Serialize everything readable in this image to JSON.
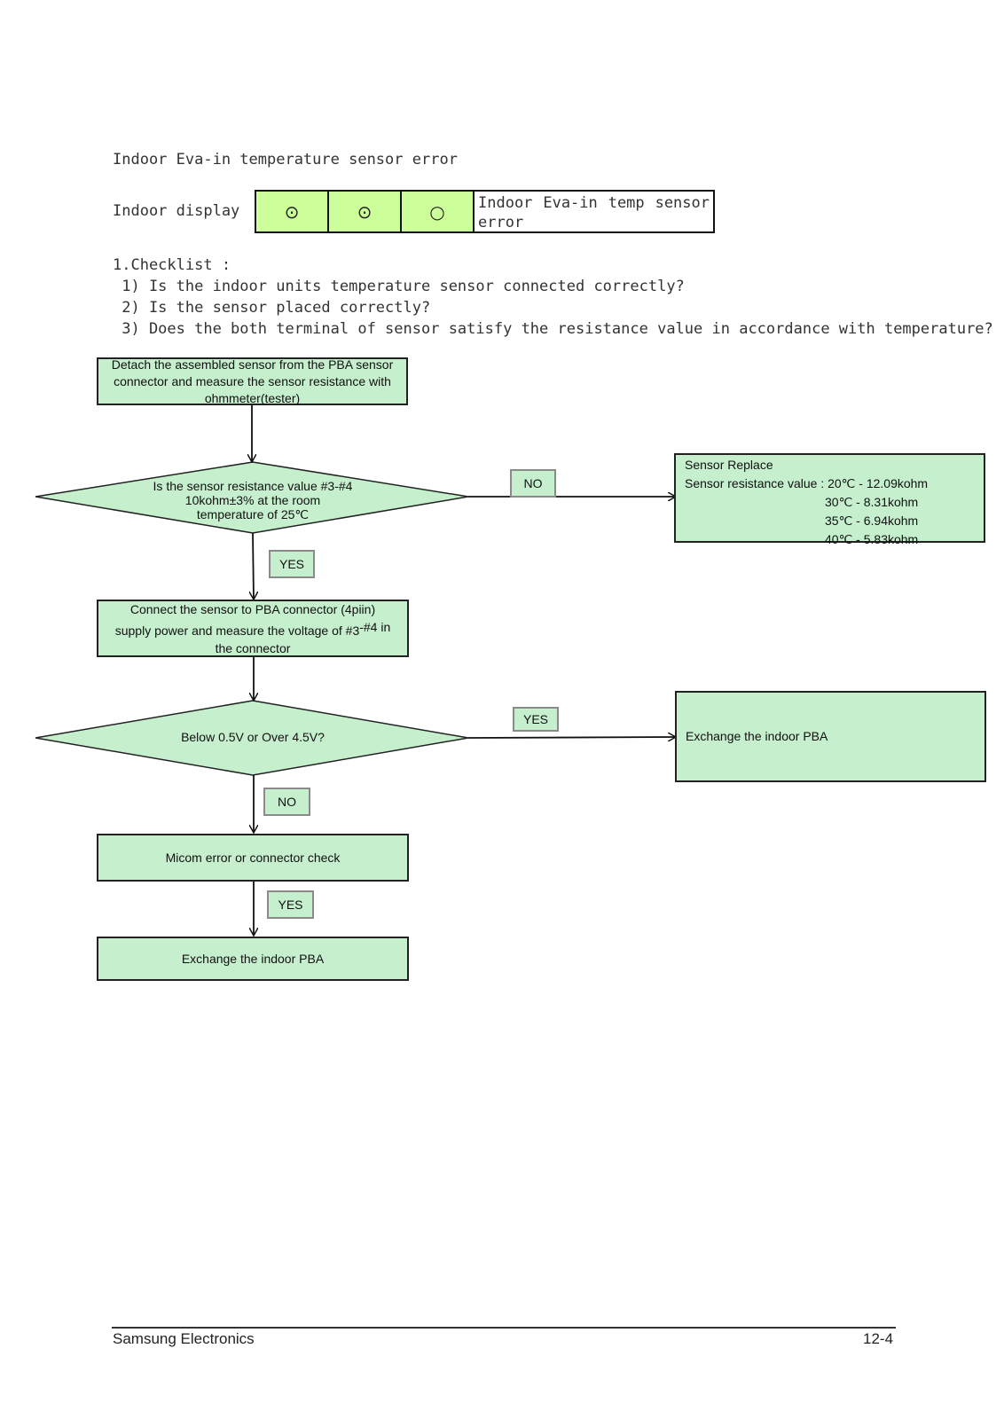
{
  "title": "Indoor Eva-in temperature sensor error",
  "indoor_display": {
    "label": "Indoor display",
    "leds": [
      "⊙",
      "⊙",
      "○"
    ],
    "description_line1": "Indoor  Eva-in  temp  sensor",
    "description_line2": "error"
  },
  "checklist": {
    "heading": "1.Checklist :",
    "items": [
      " 1) Is the indoor units temperature sensor connected correctly?",
      " 2) Is the sensor placed correctly?",
      " 3) Does the both terminal of sensor satisfy the resistance value in accordance with temperature?"
    ]
  },
  "flow": {
    "step1": [
      "Detach the assembled sensor from the PBA sensor",
      "connector and measure the sensor resistance with",
      "ohmmeter(tester)"
    ],
    "decision1": [
      "Is the sensor resistance value #3-#4",
      "10kohm±3% at the room",
      "temperature of 25℃"
    ],
    "no_label_1": "NO",
    "yes_label_1": "YES",
    "sensor_replace": {
      "title": "Sensor Replace",
      "prefix": "Sensor resistance value : ",
      "values": [
        "20℃ - 12.09kohm",
        "30℃ - 8.31kohm",
        "35℃ - 6.94kohm",
        "40℃ - 5.83kohm"
      ]
    },
    "step2": [
      "Connect the sensor to PBA connector (4piin)",
      "supply power and measure the voltage of #3",
      "-#4 in",
      "the connector"
    ],
    "decision2": "Below 0.5V or Over 4.5V?",
    "yes_label_2": "YES",
    "exchange_right": "Exchange the indoor PBA",
    "no_label_2": "NO",
    "step3": "Micom error or connector check",
    "yes_label_3": "YES",
    "step4": "Exchange the indoor PBA"
  },
  "footer": {
    "company": "Samsung Electronics",
    "page": "12-4"
  }
}
